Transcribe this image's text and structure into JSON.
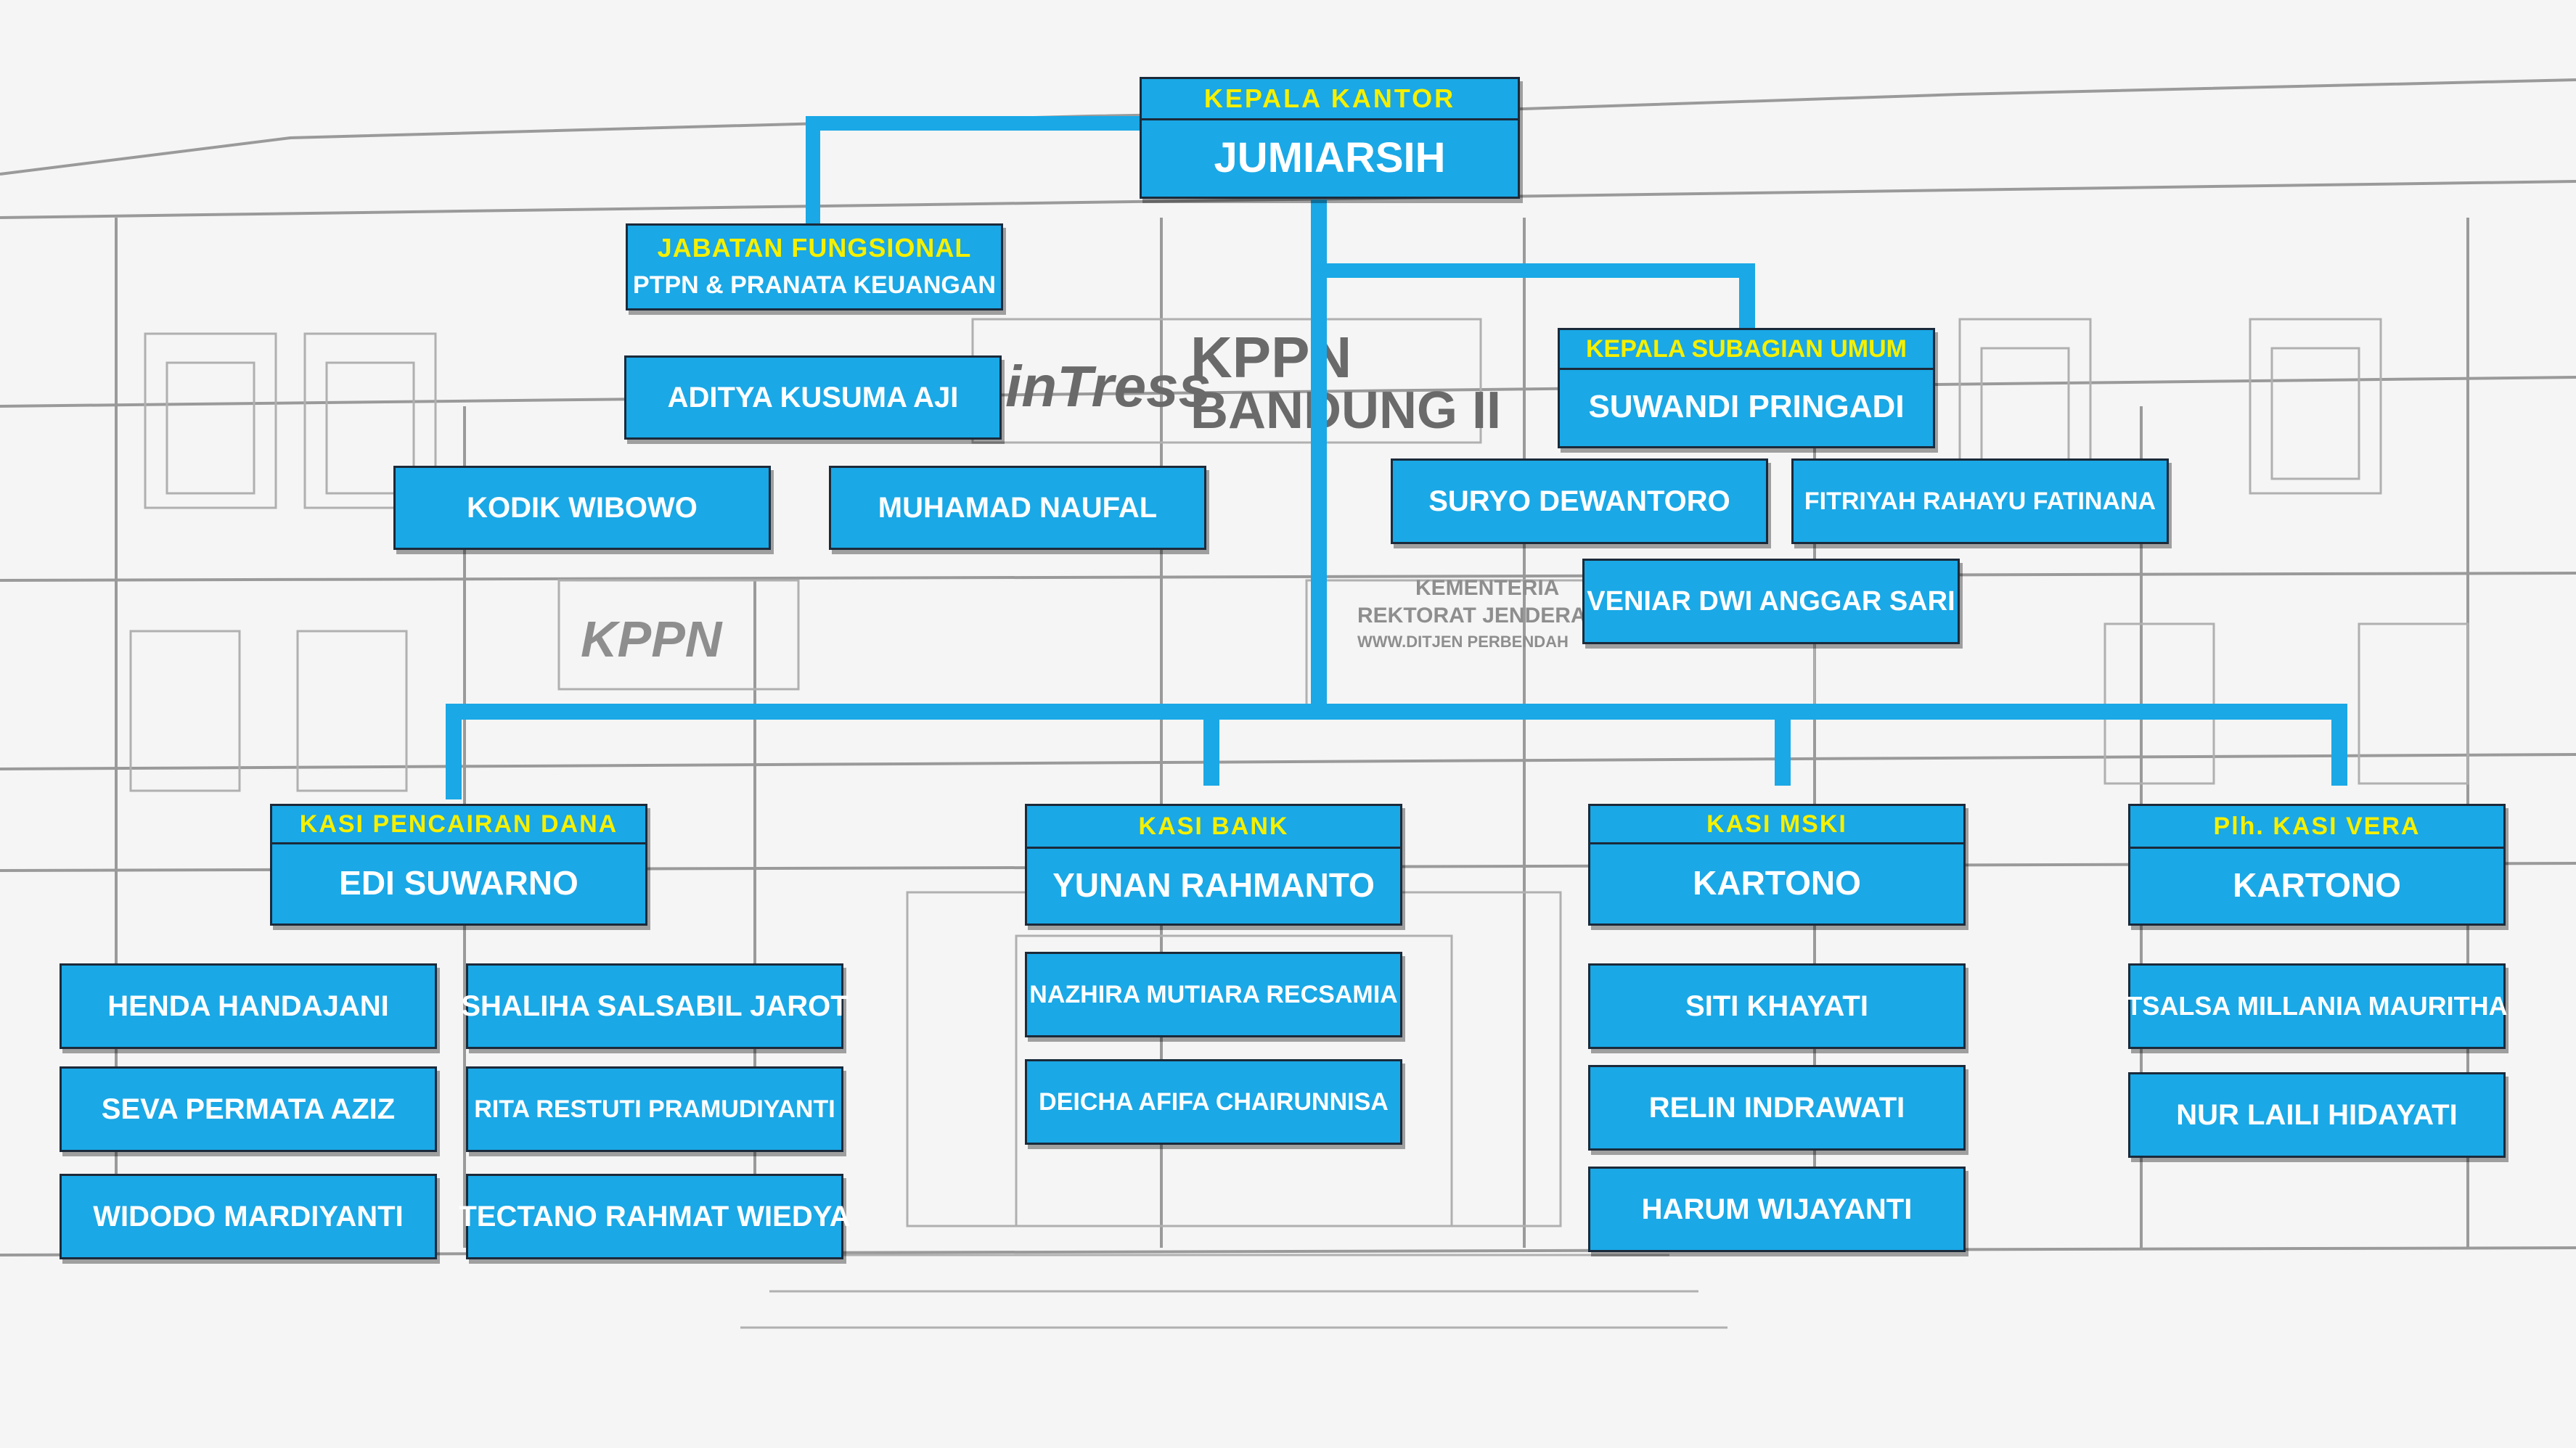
{
  "colors": {
    "box": "#1aa8e6",
    "caption": "#f5f000",
    "name": "#ffffff",
    "connector": "#1aa8e6"
  },
  "head": {
    "caption": "KEPALA KANTOR",
    "name": "JUMIARSIH"
  },
  "functional": {
    "caption": "JABATAN FUNGSIONAL",
    "subcaption": "PTPN & PRANATA KEUANGAN",
    "members": [
      "ADITYA KUSUMA AJI",
      "KODIK WIBOWO",
      "MUHAMAD NAUFAL"
    ]
  },
  "general": {
    "caption": "KEPALA SUBAGIAN UMUM",
    "name": "SUWANDI PRINGADI",
    "members": [
      "SURYO DEWANTORO",
      "FITRIYAH RAHAYU FATINANA",
      "VENIAR DWI ANGGAR SARI"
    ]
  },
  "sections": [
    {
      "caption": "KASI PENCAIRAN DANA",
      "name": "EDI SUWARNO",
      "members": [
        "HENDA HANDAJANI",
        "SHALIHA SALSABIL JAROT",
        "SEVA PERMATA AZIZ",
        "RITA RESTUTI PRAMUDIYANTI",
        "WIDODO MARDIYANTI",
        "TECTANO RAHMAT WIEDYA"
      ]
    },
    {
      "caption": "KASI BANK",
      "name": "YUNAN RAHMANTO",
      "members": [
        "NAZHIRA MUTIARA RECSAMIA",
        "DEICHA AFIFA CHAIRUNNISA"
      ]
    },
    {
      "caption": "KASI MSKI",
      "name": "KARTONO",
      "members": [
        "SITI KHAYATI",
        "RELIN INDRAWATI",
        "HARUM WIJAYANTI"
      ]
    },
    {
      "caption": "Plh. KASI VERA",
      "name": "KARTONO",
      "members": [
        "TSALSA MILLANIA MAURITHA",
        "NUR LAILI HIDAYATI"
      ]
    }
  ],
  "background": {
    "sign_main": "KPPN",
    "sign_sub": "BANDUNG II",
    "sign_logo": "inTress",
    "sign_lower": "KPPN",
    "plaque_1": "KEMENTERIA",
    "plaque_2": "REKTORAT JENDERA",
    "plaque_3": "WWW.DITJEN PERBENDAH"
  }
}
